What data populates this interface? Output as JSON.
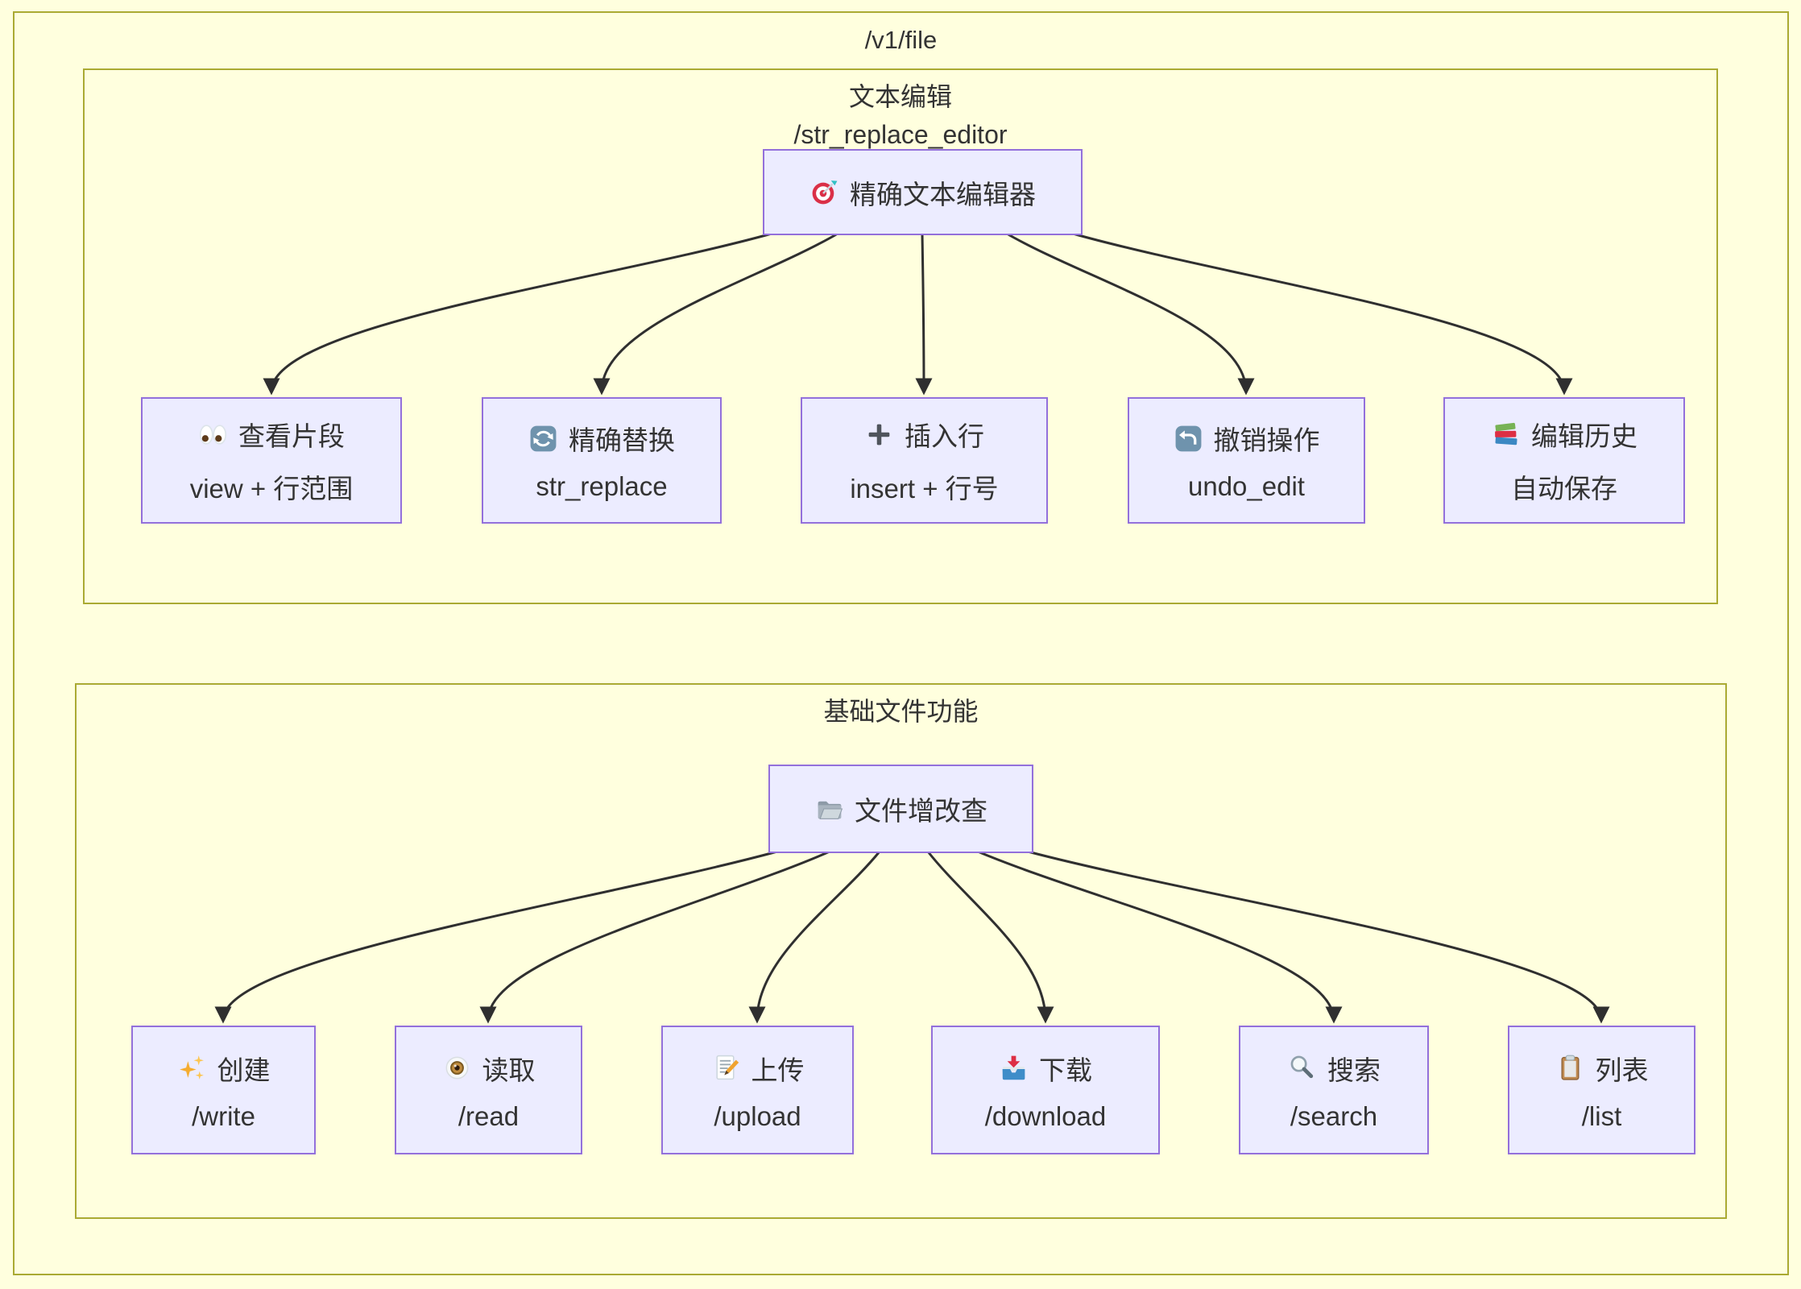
{
  "diagram": {
    "title": "/v1/file",
    "colors": {
      "canvas_bg": "#ffffde",
      "cluster_border": "#aaaa33",
      "node_fill": "#ececff",
      "node_border": "#9370db",
      "edge": "#2f2f2f",
      "text": "#333333"
    },
    "groups": [
      {
        "title": "文本编辑",
        "subtitle": "/str_replace_editor",
        "root": {
          "icon": "target-icon",
          "emoji": "🎯",
          "label": "精确文本编辑器"
        },
        "children": [
          {
            "icon": "eyes-icon",
            "emoji": "👀",
            "title": "查看片段",
            "subtitle": "view + 行范围"
          },
          {
            "icon": "refresh-icon",
            "emoji": "🔄",
            "title": "精确替换",
            "subtitle": "str_replace"
          },
          {
            "icon": "plus-icon",
            "emoji": "➕",
            "title": "插入行",
            "subtitle": "insert + 行号"
          },
          {
            "icon": "undo-icon",
            "emoji": "↩️",
            "title": "撤销操作",
            "subtitle": "undo_edit"
          },
          {
            "icon": "books-icon",
            "emoji": "📚",
            "title": "编辑历史",
            "subtitle": "自动保存"
          }
        ]
      },
      {
        "title": "基础文件功能",
        "root": {
          "icon": "folder-icon",
          "emoji": "📂",
          "label": "文件增改查"
        },
        "children": [
          {
            "icon": "sparkles-icon",
            "emoji": "✨",
            "title": "创建",
            "subtitle": "/write"
          },
          {
            "icon": "eye-icon",
            "emoji": "👁️",
            "title": "读取",
            "subtitle": "/read"
          },
          {
            "icon": "memo-pencil-icon",
            "emoji": "📝",
            "title": "上传",
            "subtitle": "/upload"
          },
          {
            "icon": "inbox-download-icon",
            "emoji": "📥",
            "title": "下载",
            "subtitle": "/download"
          },
          {
            "icon": "search-icon",
            "emoji": "🔍",
            "title": "搜索",
            "subtitle": "/search"
          },
          {
            "icon": "clipboard-icon",
            "emoji": "📋",
            "title": "列表",
            "subtitle": "/list"
          }
        ]
      }
    ]
  }
}
